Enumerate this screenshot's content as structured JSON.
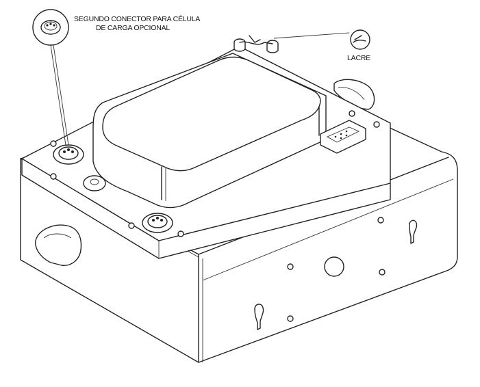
{
  "labels": {
    "second_connector_line1": "SEGUNDO CONECTOR PARA CÉLULA",
    "second_connector_line2": "DE CARGA OPCIONAL",
    "seal": "LACRE"
  }
}
